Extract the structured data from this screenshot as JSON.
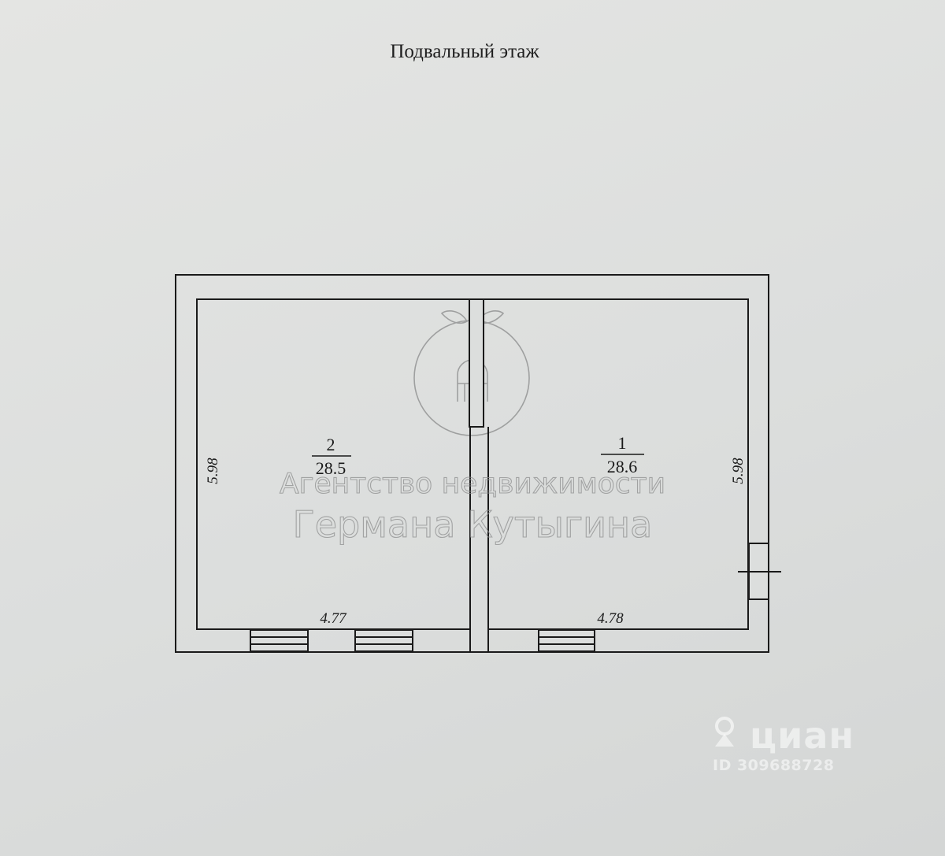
{
  "plan": {
    "title": "Подвальный этаж",
    "rooms": [
      {
        "number": "2",
        "area": "28.5"
      },
      {
        "number": "1",
        "area": "28.6"
      }
    ],
    "dimensions": {
      "left_height": "5.98",
      "right_height": "5.98",
      "left_width": "4.77",
      "right_width": "4.78"
    }
  },
  "watermark": {
    "agency_line1": "Агентство недвижимости",
    "agency_line2": "Германа Кутыгина",
    "site_logo": "циан",
    "listing_id": "ID 309688728"
  },
  "colors": {
    "paper": "#dcdedd",
    "ink": "#1a1a1a",
    "watermark_gray": "#8e8f8f"
  }
}
